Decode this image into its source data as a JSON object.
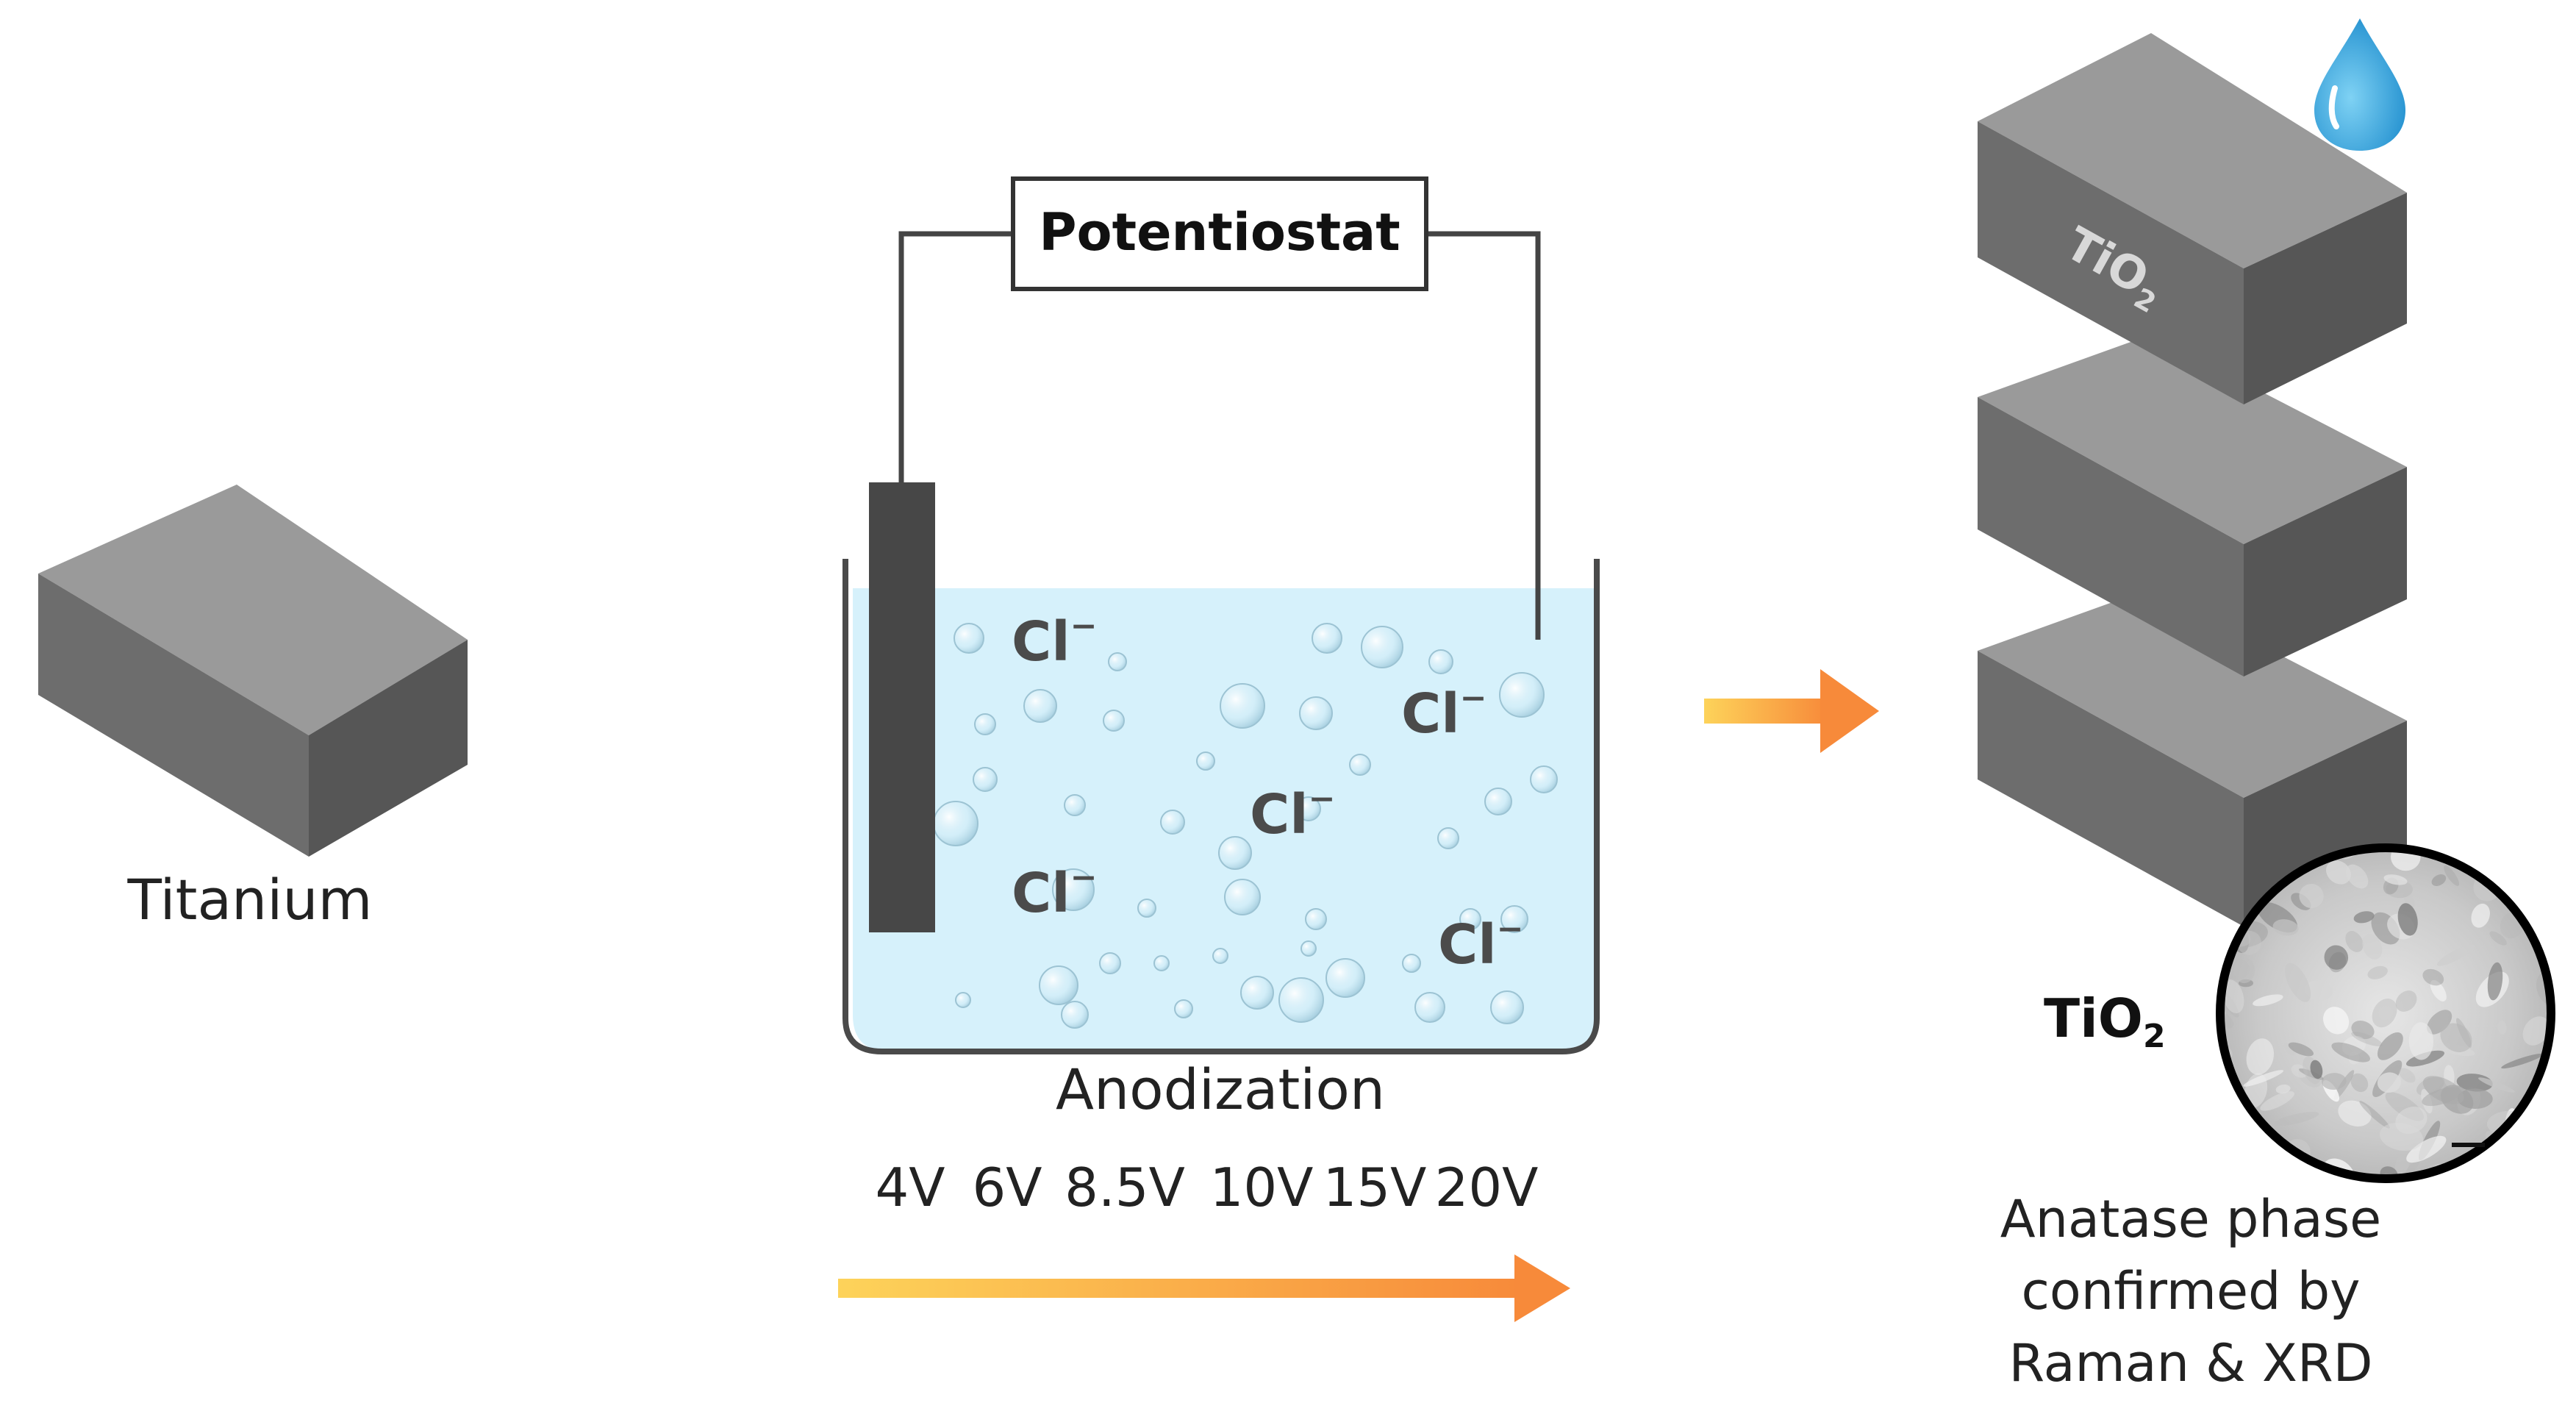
{
  "left": {
    "label": "Titanium"
  },
  "cell": {
    "device_label": "Potentiostat",
    "ion_label": "Cl",
    "ion_charge": "−",
    "process_label": "Anodization"
  },
  "voltages": [
    "4V",
    "6V",
    "8.5V",
    "10V",
    "15V",
    "20V"
  ],
  "right": {
    "block_label": "TiO",
    "block_label_sub": "2",
    "inset_label": "TiO",
    "inset_label_sub": "2",
    "caption_lines": [
      "Anatase phase",
      "confirmed by",
      "Raman & XRD"
    ]
  },
  "colors": {
    "block_top": "#9a9a9a",
    "block_left": "#6d6d6d",
    "block_right": "#565656",
    "solution": "#d6f1fb",
    "electrode": "#474747",
    "ion_text": "#4b4b4b",
    "arrow_start": "#fdd35a",
    "arrow_end": "#f78a3a",
    "droplet": "#3aa6dc"
  },
  "icons": {
    "droplet": "water-droplet-icon",
    "inset": "sem-micrograph-inset"
  }
}
